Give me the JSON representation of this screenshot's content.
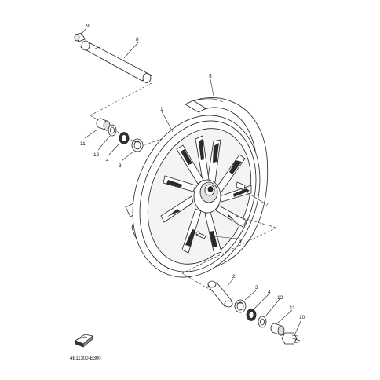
{
  "diagram": {
    "figure_code": "4B11300-E300",
    "callouts": {
      "p9": "9",
      "p8": "8",
      "p5": "5",
      "p1": "1",
      "p11a": "11",
      "p12a": "12",
      "p4a": "4",
      "p3a": "3",
      "p7": "7",
      "p6": "6",
      "p2": "2",
      "p3b": "3",
      "p4b": "4",
      "p12b": "12",
      "p11b": "11",
      "p10": "10"
    }
  },
  "colors": {
    "ink": "#222222",
    "background": "#ffffff",
    "fill_light": "#ffffff",
    "fill_shade": "#d8d8d8"
  },
  "icons": {
    "front_indicator": "front-arrow-icon"
  }
}
